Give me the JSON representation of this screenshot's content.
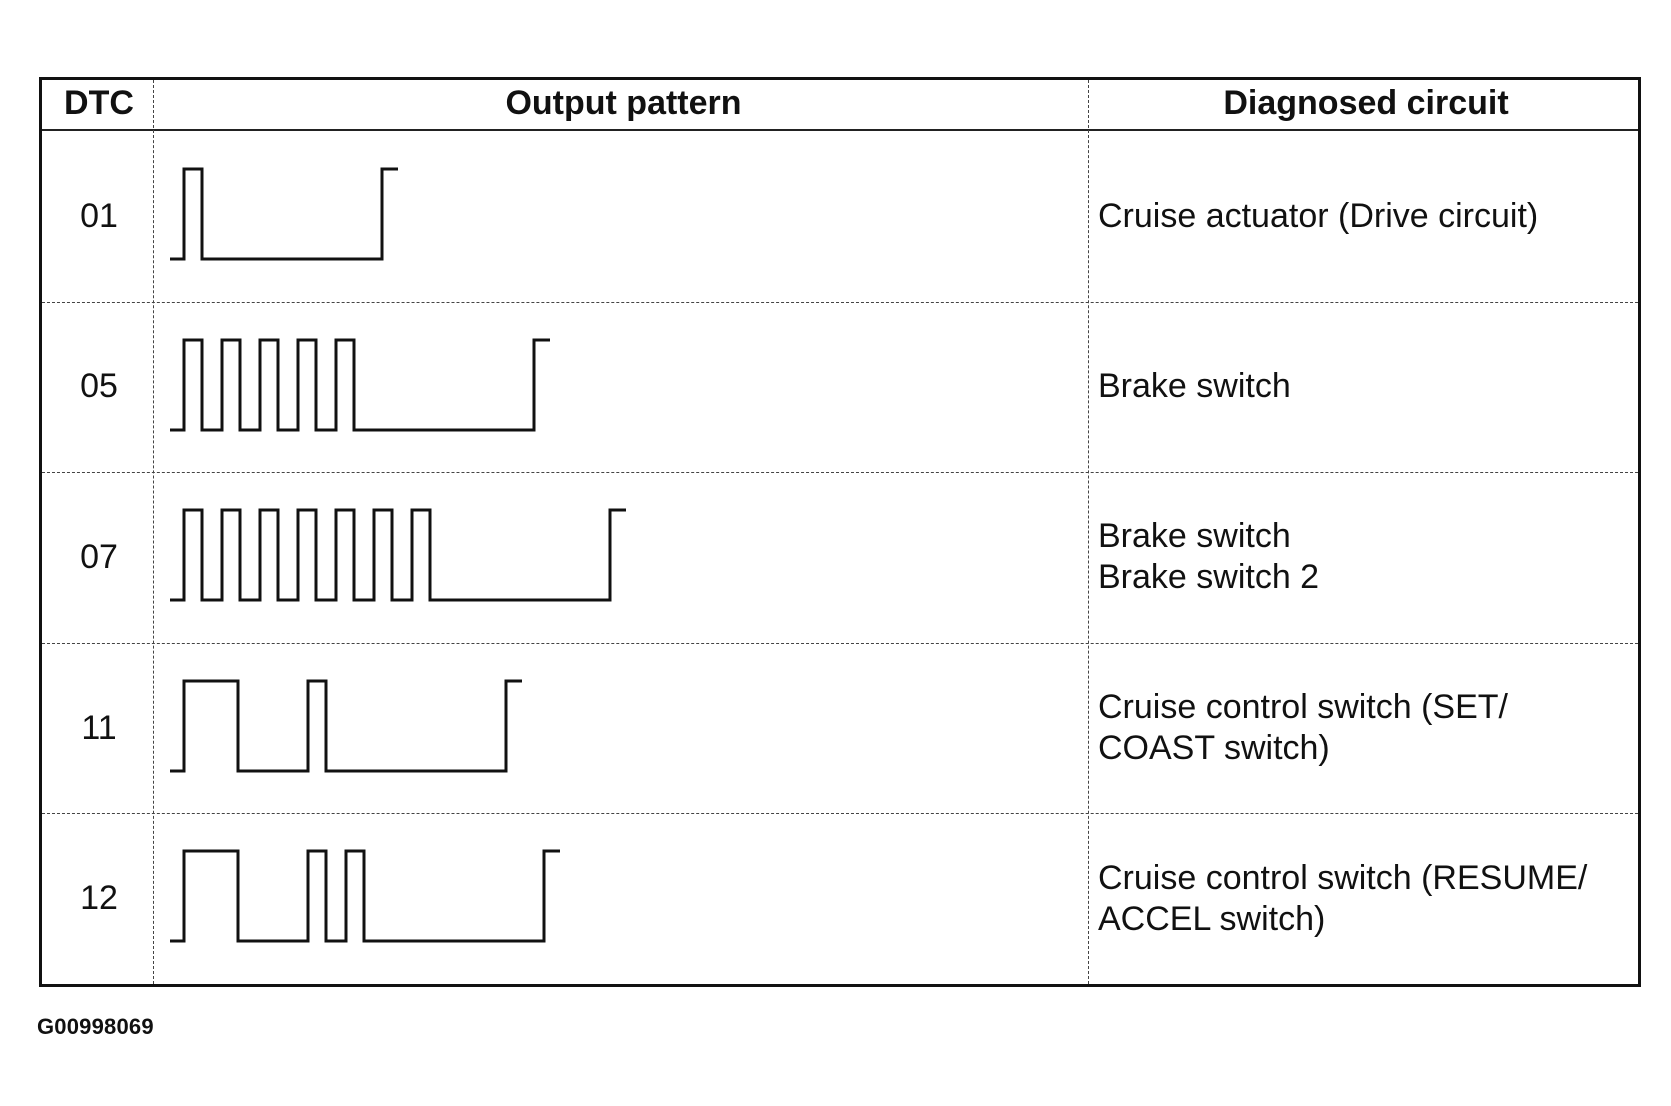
{
  "table": {
    "headers": {
      "dtc": "DTC",
      "output_pattern": "Output pattern",
      "diagnosed_circuit": "Diagnosed circuit"
    },
    "rows": [
      {
        "dtc": "01",
        "pulses": [
          1
        ],
        "circuit_lines": [
          "Cruise actuator (Drive circuit)"
        ]
      },
      {
        "dtc": "05",
        "pulses": [
          1,
          1,
          1,
          1,
          1
        ],
        "circuit_lines": [
          "Brake switch"
        ]
      },
      {
        "dtc": "07",
        "pulses": [
          1,
          1,
          1,
          1,
          1,
          1,
          1
        ],
        "circuit_lines": [
          "Brake switch",
          "Brake switch 2"
        ]
      },
      {
        "dtc": "11",
        "pulses": [
          2,
          1
        ],
        "circuit_lines": [
          "Cruise control switch (SET/",
          "COAST switch)"
        ]
      },
      {
        "dtc": "12",
        "pulses": [
          2,
          1,
          1
        ],
        "circuit_lines": [
          "Cruise control switch (RESUME/",
          "ACCEL switch)"
        ]
      }
    ]
  },
  "figure_id": "G00998069"
}
